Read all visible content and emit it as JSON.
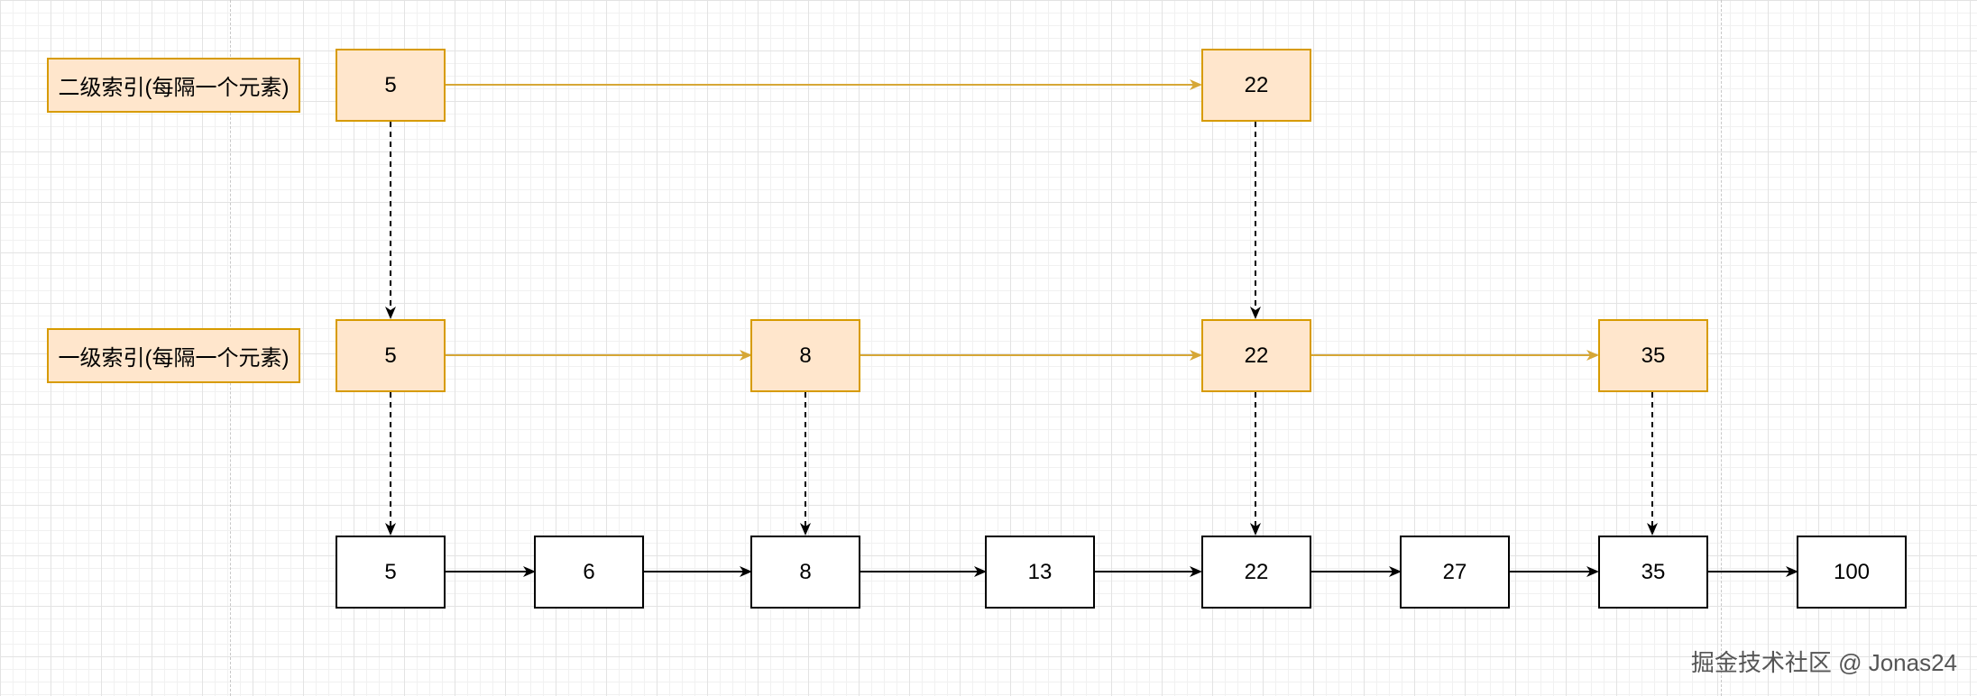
{
  "labels": {
    "level2": "二级索引(每隔一个元素)",
    "level1": "一级索引(每隔一个元素)"
  },
  "level2_nodes": [
    "5",
    "22"
  ],
  "level1_nodes": [
    "5",
    "8",
    "22",
    "35"
  ],
  "base_nodes": [
    "5",
    "6",
    "8",
    "13",
    "22",
    "27",
    "35",
    "100"
  ],
  "watermark": {
    "brand": "掘金技术社区",
    "handle": "@ Jonas24"
  },
  "colors": {
    "index_fill": "#ffe6cc",
    "index_stroke": "#d79b00",
    "base_fill": "#ffffff",
    "base_stroke": "#000000",
    "arrow_index": "#d6a736",
    "arrow_base": "#000000"
  }
}
